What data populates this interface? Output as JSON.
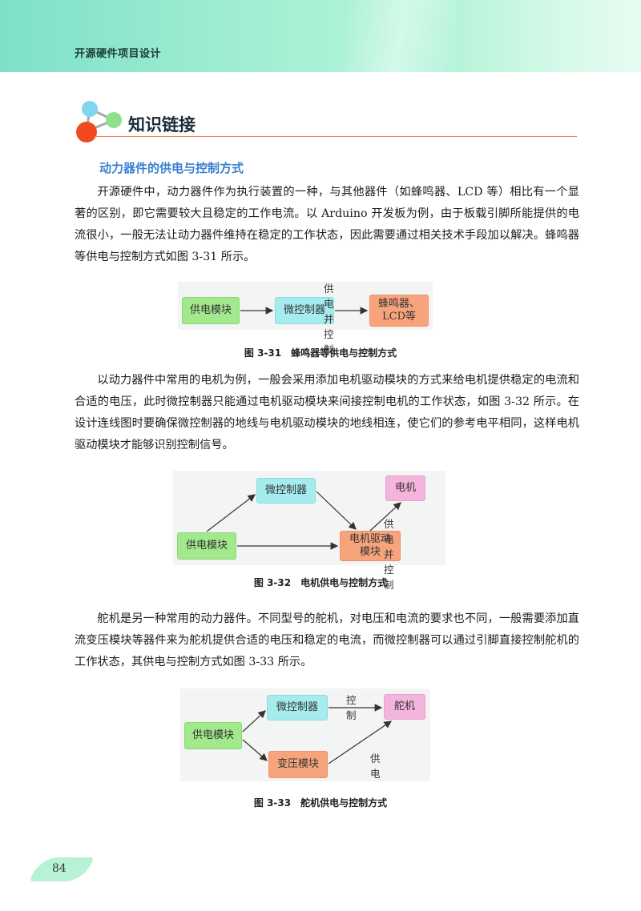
{
  "header": {
    "book_title": "开源硬件项目设计",
    "band_color": "#a6f0d4"
  },
  "section": {
    "heading": "知识链接",
    "icon": "molecule-dots-icon",
    "accent_color": "#f0864a"
  },
  "subsection": {
    "heading": "动力器件的供电与控制方式",
    "color": "#3a7fd0"
  },
  "paragraphs": [
    "开源硬件中，动力器件作为执行装置的一种，与其他器件（如蜂鸣器、LCD 等）相比有一个显著的区别，即它需要较大且稳定的工作电流。以 Arduino 开发板为例，由于板载引脚所能提供的电流很小，一般无法让动力器件维持在稳定的工作状态，因此需要通过相关技术手段加以解决。蜂鸣器等供电与控制方式如图 3-31 所示。",
    "以动力器件中常用的电机为例，一般会采用添加电机驱动模块的方式来给电机提供稳定的电流和合适的电压，此时微控制器只能通过电机驱动模块来间接控制电机的工作状态，如图 3-32 所示。在设计连线图时要确保微控制器的地线与电机驱动模块的地线相连，使它们的参考电平相同，这样电机驱动模块才能够识别控制信号。",
    "舵机是另一种常用的动力器件。不同型号的舵机，对电压和电流的要求也不同，一般需要添加直流变压模块等器件来为舵机提供合适的电压和稳定的电流，而微控制器可以通过引脚直接控制舵机的工作状态，其供电与控制方式如图 3-33 所示。"
  ],
  "figures": [
    {
      "caption": "图 3-31　蜂鸣器等供电与控制方式",
      "nodes": [
        "供电模块",
        "微控制器",
        "蜂鸣器、\nLCD等"
      ],
      "edge_label": "供电并控制"
    },
    {
      "caption": "图 3-32　电机供电与控制方式",
      "nodes": [
        "微控制器",
        "电机",
        "供电模块",
        "电机驱动\n模块"
      ],
      "edge_label": "供电并控制"
    },
    {
      "caption": "图 3-33　舵机供电与控制方式",
      "nodes": [
        "供电模块",
        "微控制器",
        "舵机",
        "变压模块"
      ],
      "edge_labels": [
        "控制",
        "供电"
      ]
    }
  ],
  "footer": {
    "page_number": "84"
  }
}
